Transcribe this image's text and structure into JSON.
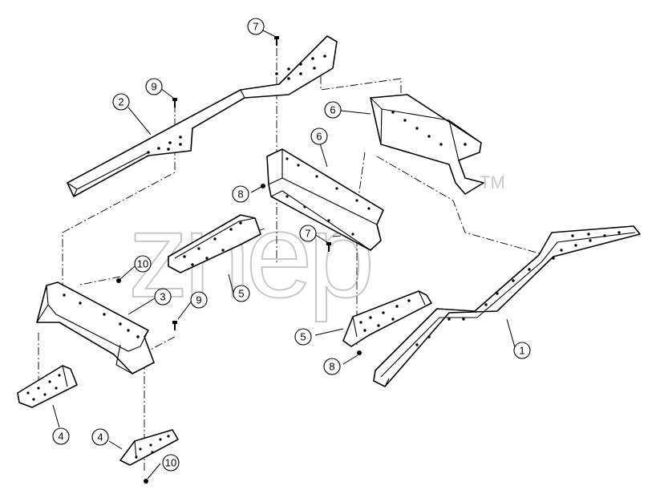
{
  "watermark": {
    "text": "znep",
    "tm": "TM"
  },
  "callouts": [
    {
      "id": "c7a",
      "label": "7"
    },
    {
      "id": "c9a",
      "label": "9"
    },
    {
      "id": "c2",
      "label": "2"
    },
    {
      "id": "c6a",
      "label": "6"
    },
    {
      "id": "c6b",
      "label": "6"
    },
    {
      "id": "c8a",
      "label": "8"
    },
    {
      "id": "c7b",
      "label": "7"
    },
    {
      "id": "c10a",
      "label": "10"
    },
    {
      "id": "c3",
      "label": "3"
    },
    {
      "id": "c9b",
      "label": "9"
    },
    {
      "id": "c5a",
      "label": "5"
    },
    {
      "id": "c5b",
      "label": "5"
    },
    {
      "id": "c8b",
      "label": "8"
    },
    {
      "id": "c1",
      "label": "1"
    },
    {
      "id": "c4a",
      "label": "4"
    },
    {
      "id": "c4b",
      "label": "4"
    },
    {
      "id": "c10b",
      "label": "10"
    }
  ]
}
